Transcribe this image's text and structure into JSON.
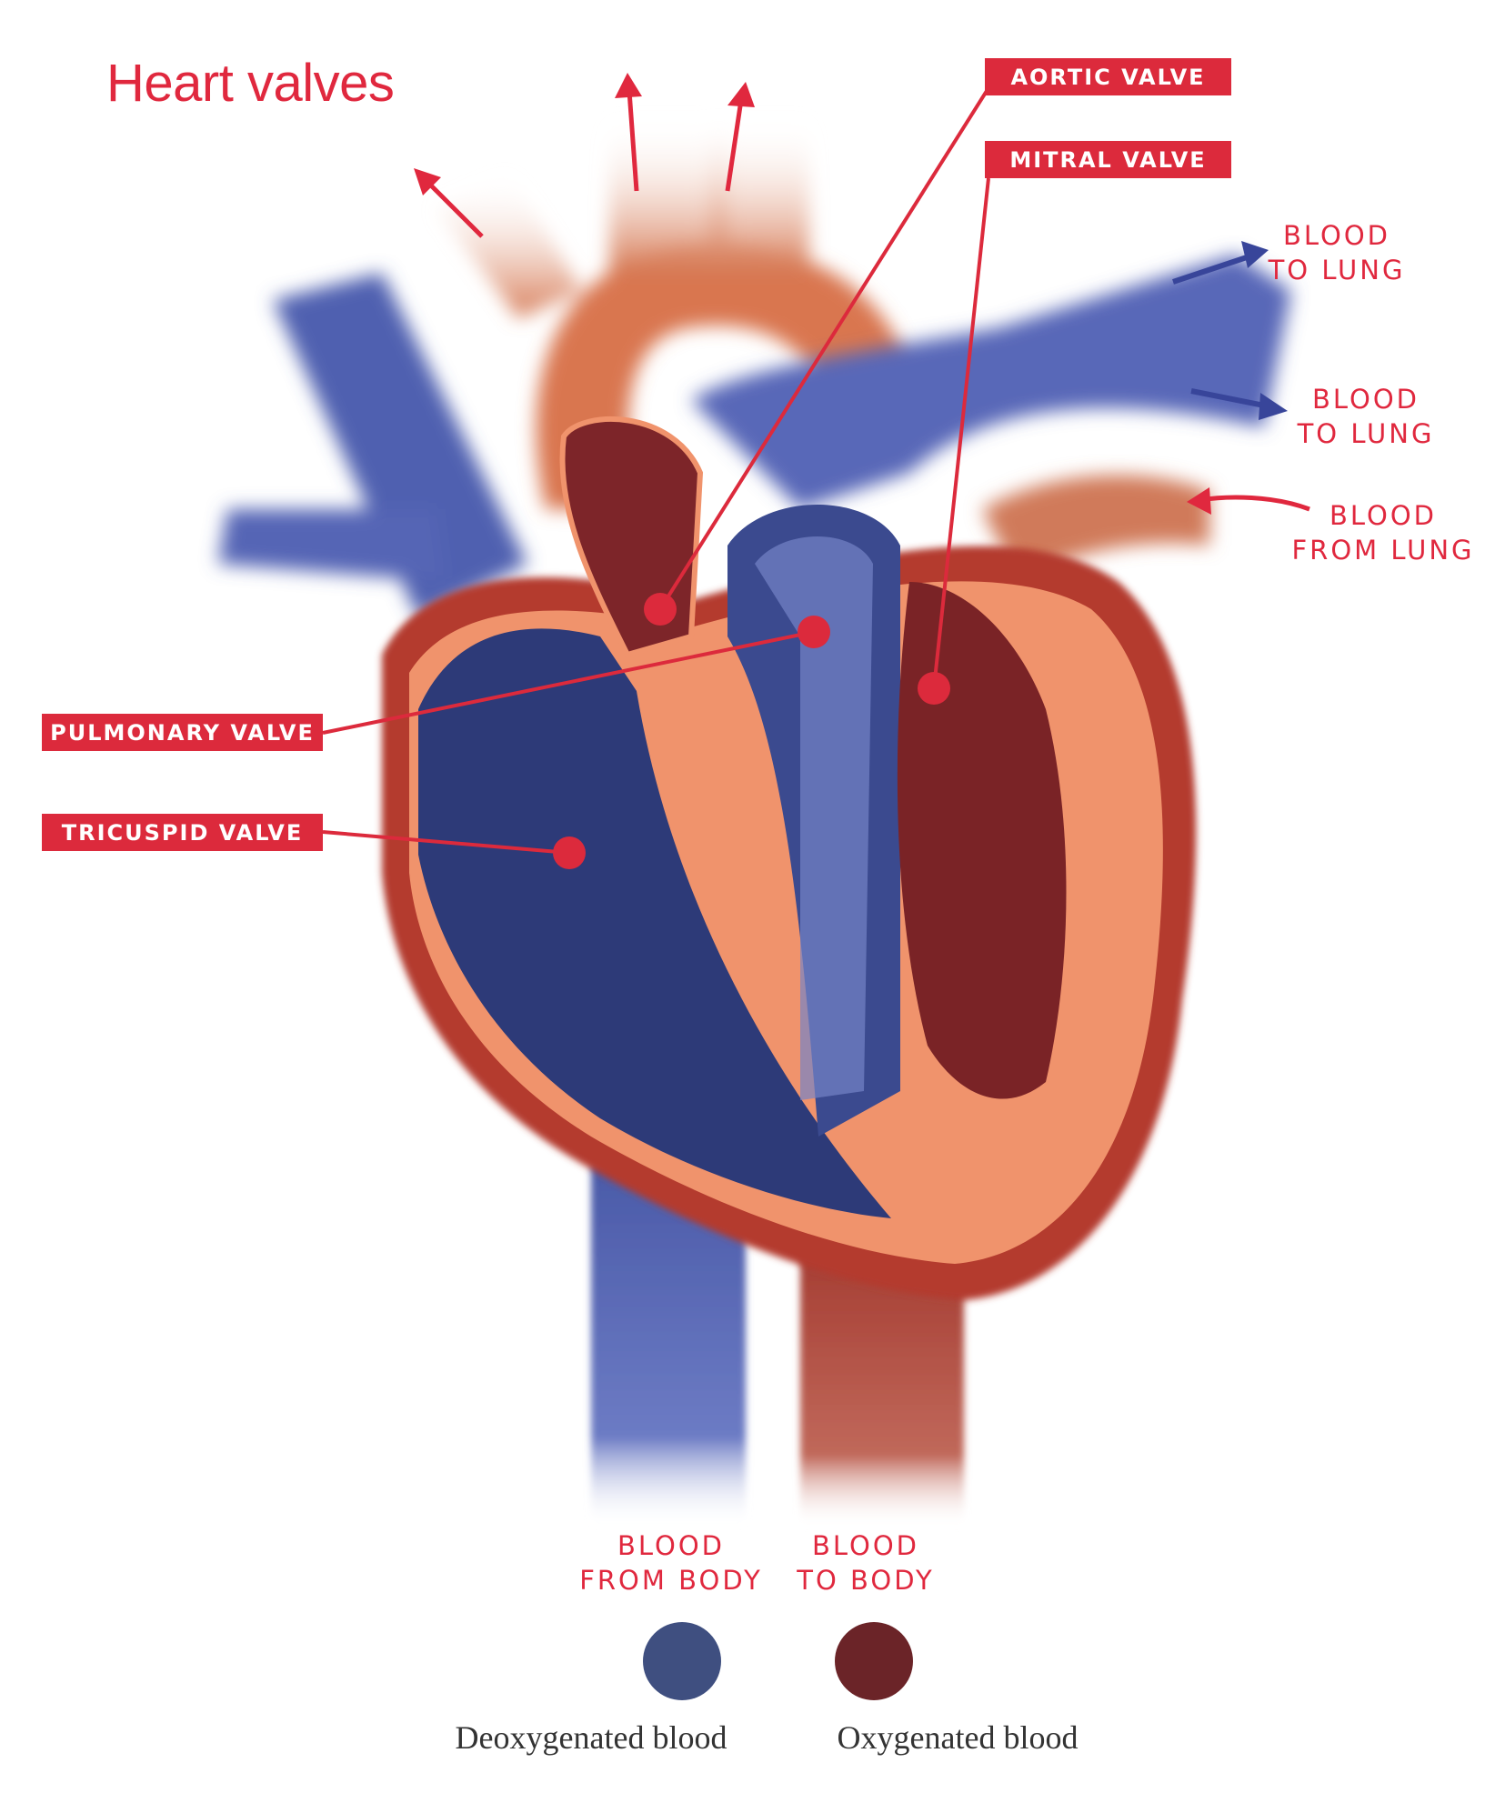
{
  "title": "Heart valves",
  "labels": {
    "aortic": "AORTIC VALVE",
    "mitral": "MITRAL VALVE",
    "pulmonary": "PULMONARY VALVE",
    "tricuspid": "TRICUSPID VALVE"
  },
  "flows": {
    "to_lung_1": [
      "BLOOD",
      "TO LUNG"
    ],
    "to_lung_2": [
      "BLOOD",
      "TO LUNG"
    ],
    "from_lung": [
      "BLOOD",
      "FROM LUNG"
    ],
    "from_body": [
      "BLOOD",
      "FROM BODY"
    ],
    "to_body": [
      "BLOOD",
      "TO BODY"
    ]
  },
  "legend": [
    {
      "label": "Deoxygenated blood",
      "color": "#3f4f80"
    },
    {
      "label": "Oxygenated blood",
      "color": "#6b2428"
    }
  ],
  "colors": {
    "accent": "#dc2a3c",
    "deoxygenated": "#3f4f80",
    "oxygenated": "#6b2428"
  }
}
